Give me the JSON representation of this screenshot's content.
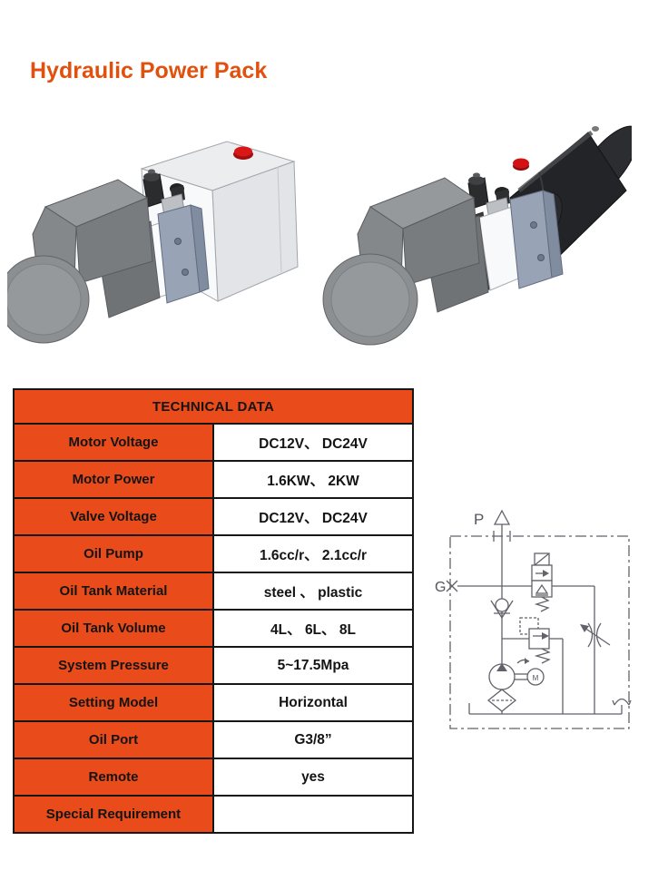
{
  "page": {
    "title": "Hydraulic Power Pack"
  },
  "colors": {
    "title_orange": "#e2500e",
    "table_orange": "#e94c1a",
    "table_border": "#161616",
    "diagram_line_gray": "#62626a",
    "cap_red": "#d31414",
    "tank_black": "#232428",
    "motor_gray": "#8c8f92",
    "manifold_blue_gray": "#98a3b5"
  },
  "images": {
    "left": {
      "alt": "Hydraulic power pack with white plastic oil tank, gray DC motor and red filler cap"
    },
    "right": {
      "alt": "Hydraulic power pack with black steel round oil tank, gray DC motor and red filler cap"
    }
  },
  "table": {
    "header": "TECHNICAL DATA",
    "rows": [
      {
        "label": "Motor Voltage",
        "value": "DC12V、 DC24V"
      },
      {
        "label": "Motor Power",
        "value": "1.6KW、 2KW"
      },
      {
        "label": "Valve Voltage",
        "value": "DC12V、 DC24V"
      },
      {
        "label": "Oil Pump",
        "value": "1.6cc/r、 2.1cc/r"
      },
      {
        "label": "Oil Tank Material",
        "value": "steel 、 plastic"
      },
      {
        "label": "Oil Tank Volume",
        "value": "4L、 6L、 8L"
      },
      {
        "label": "System Pressure",
        "value": "5~17.5Mpa"
      },
      {
        "label": "Setting Model",
        "value": "Horizontal"
      },
      {
        "label": "Oil Port",
        "value": "G3/8”"
      },
      {
        "label": "Remote",
        "value": "yes"
      },
      {
        "label": "Special Requirement",
        "value": ""
      }
    ]
  },
  "diagram": {
    "port_p": "P",
    "port_g": "G",
    "motor_label": "M"
  }
}
